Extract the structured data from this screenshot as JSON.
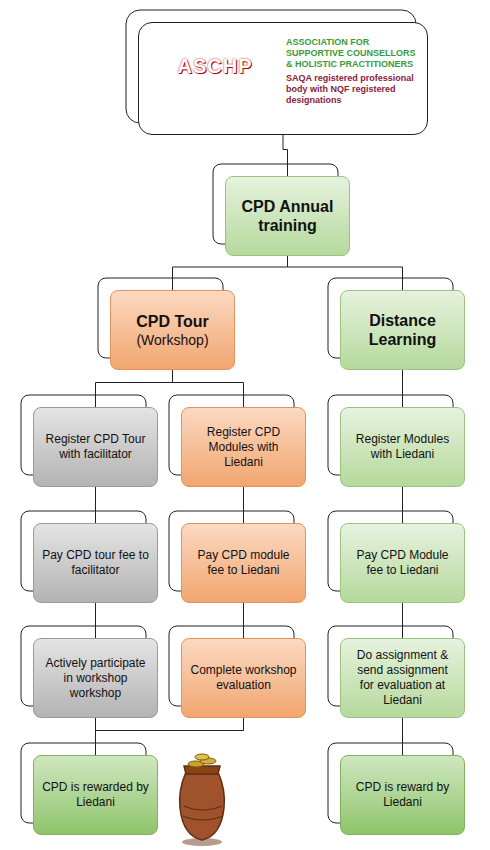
{
  "diagram": {
    "nodes": [
      {
        "text": [
          "ASCHP",
          "ASSOCIATION FOR SUPPORTIVE COUNSELLORS & HOLISTIC PRACTITIONERS",
          "SAQA registered professional body with NQF registered designations"
        ]
      },
      {
        "text": [
          "CPD Annual training"
        ]
      },
      {
        "text": [
          "CPD Tour",
          "(Workshop)"
        ]
      },
      {
        "text": [
          "Distance Learning"
        ]
      },
      {
        "text": [
          "Register CPD Tour with facilitator"
        ]
      },
      {
        "text": [
          "Register CPD Modules with Liedani"
        ]
      },
      {
        "text": [
          "Register Modules with Liedani"
        ]
      },
      {
        "text": [
          "Pay CPD tour fee to facilitator"
        ]
      },
      {
        "text": [
          "Pay CPD module fee to Liedani"
        ]
      },
      {
        "text": [
          "Pay CPD Module fee to Liedani"
        ]
      },
      {
        "text": [
          "Actively participate in workshop workshop"
        ]
      },
      {
        "text": [
          "Complete workshop evaluation"
        ]
      },
      {
        "text": [
          "Do assignment & send assignment for evaluation at Liedani"
        ]
      },
      {
        "text": [
          "CPD is rewarded by Liedani"
        ]
      },
      {
        "text": [
          "CPD is reward by Liedani"
        ]
      }
    ],
    "edges": [
      {
        "from": 0,
        "to": 1,
        "arrow": "none"
      },
      {
        "from": 1,
        "to": 2,
        "arrow": "none"
      },
      {
        "from": 1,
        "to": 3,
        "arrow": "none"
      },
      {
        "from": 2,
        "to": 4,
        "arrow": "none"
      },
      {
        "from": 2,
        "to": 5,
        "arrow": "none"
      },
      {
        "from": 3,
        "to": 6,
        "arrow": "none"
      },
      {
        "from": 4,
        "to": 7,
        "arrow": "none"
      },
      {
        "from": 5,
        "to": 8,
        "arrow": "none"
      },
      {
        "from": 6,
        "to": 9,
        "arrow": "none"
      },
      {
        "from": 7,
        "to": 10,
        "arrow": "none"
      },
      {
        "from": 8,
        "to": 11,
        "arrow": "none"
      },
      {
        "from": 9,
        "to": 12,
        "arrow": "none"
      },
      {
        "from": 10,
        "to": 13,
        "arrow": "none"
      },
      {
        "from": 11,
        "to": 13,
        "arrow": "none"
      },
      {
        "from": 12,
        "to": 14,
        "arrow": "none"
      }
    ]
  }
}
